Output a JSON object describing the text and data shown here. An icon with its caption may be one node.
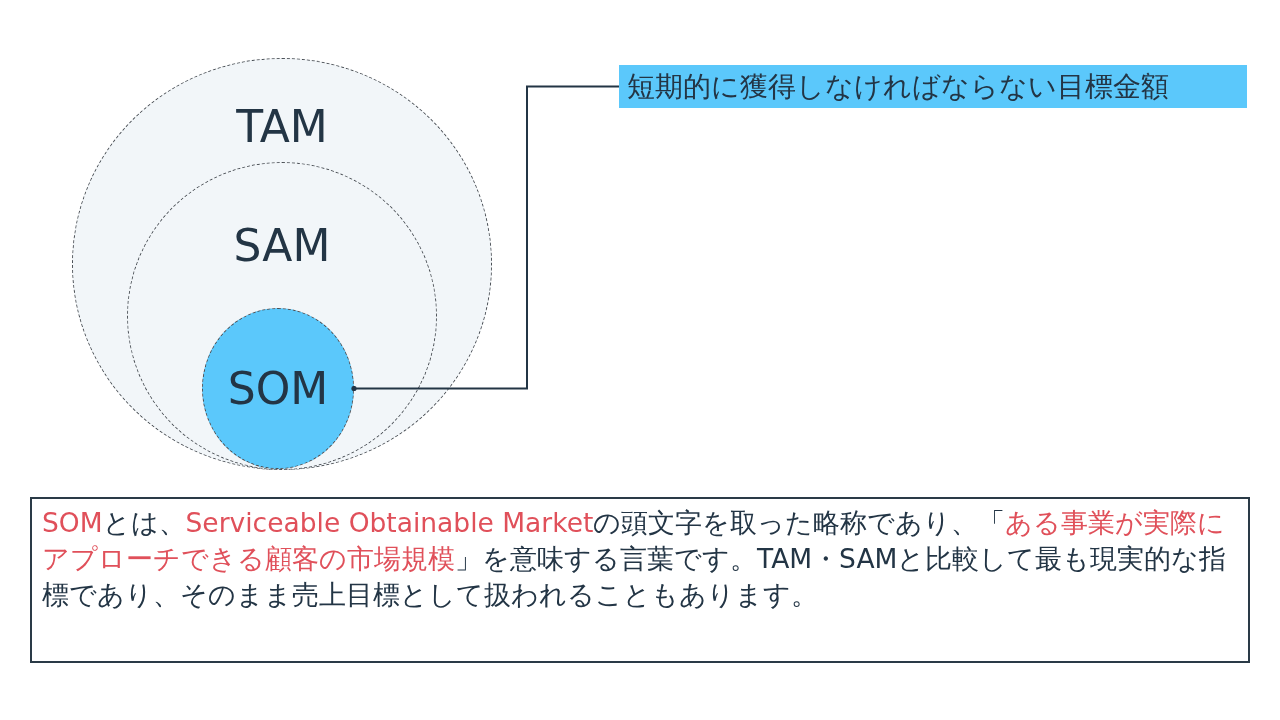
{
  "diagram": {
    "nodes": [
      {
        "text": [
          "TAM"
        ]
      },
      {
        "text": [
          "SAM"
        ],
        "in": 0
      },
      {
        "text": [
          "SOM"
        ],
        "in": 1
      },
      {
        "text": [
          "短期的に獲得しなければならない目標金額"
        ]
      },
      {
        "text": [
          "**SOM**とは、**Serviceable Obtainable Market**の頭文字を取った略称であり、「**ある事業が実際にアプローチできる顧客の市場規模**」を意味する言葉です。TAM・SAMと比較して最も現実的な指標であり、そのまま売上目標として扱われることもあります。"
        ]
      }
    ],
    "edges": [
      {
        "from": 3,
        "to": 2,
        "arrow": "other"
      }
    ]
  }
}
